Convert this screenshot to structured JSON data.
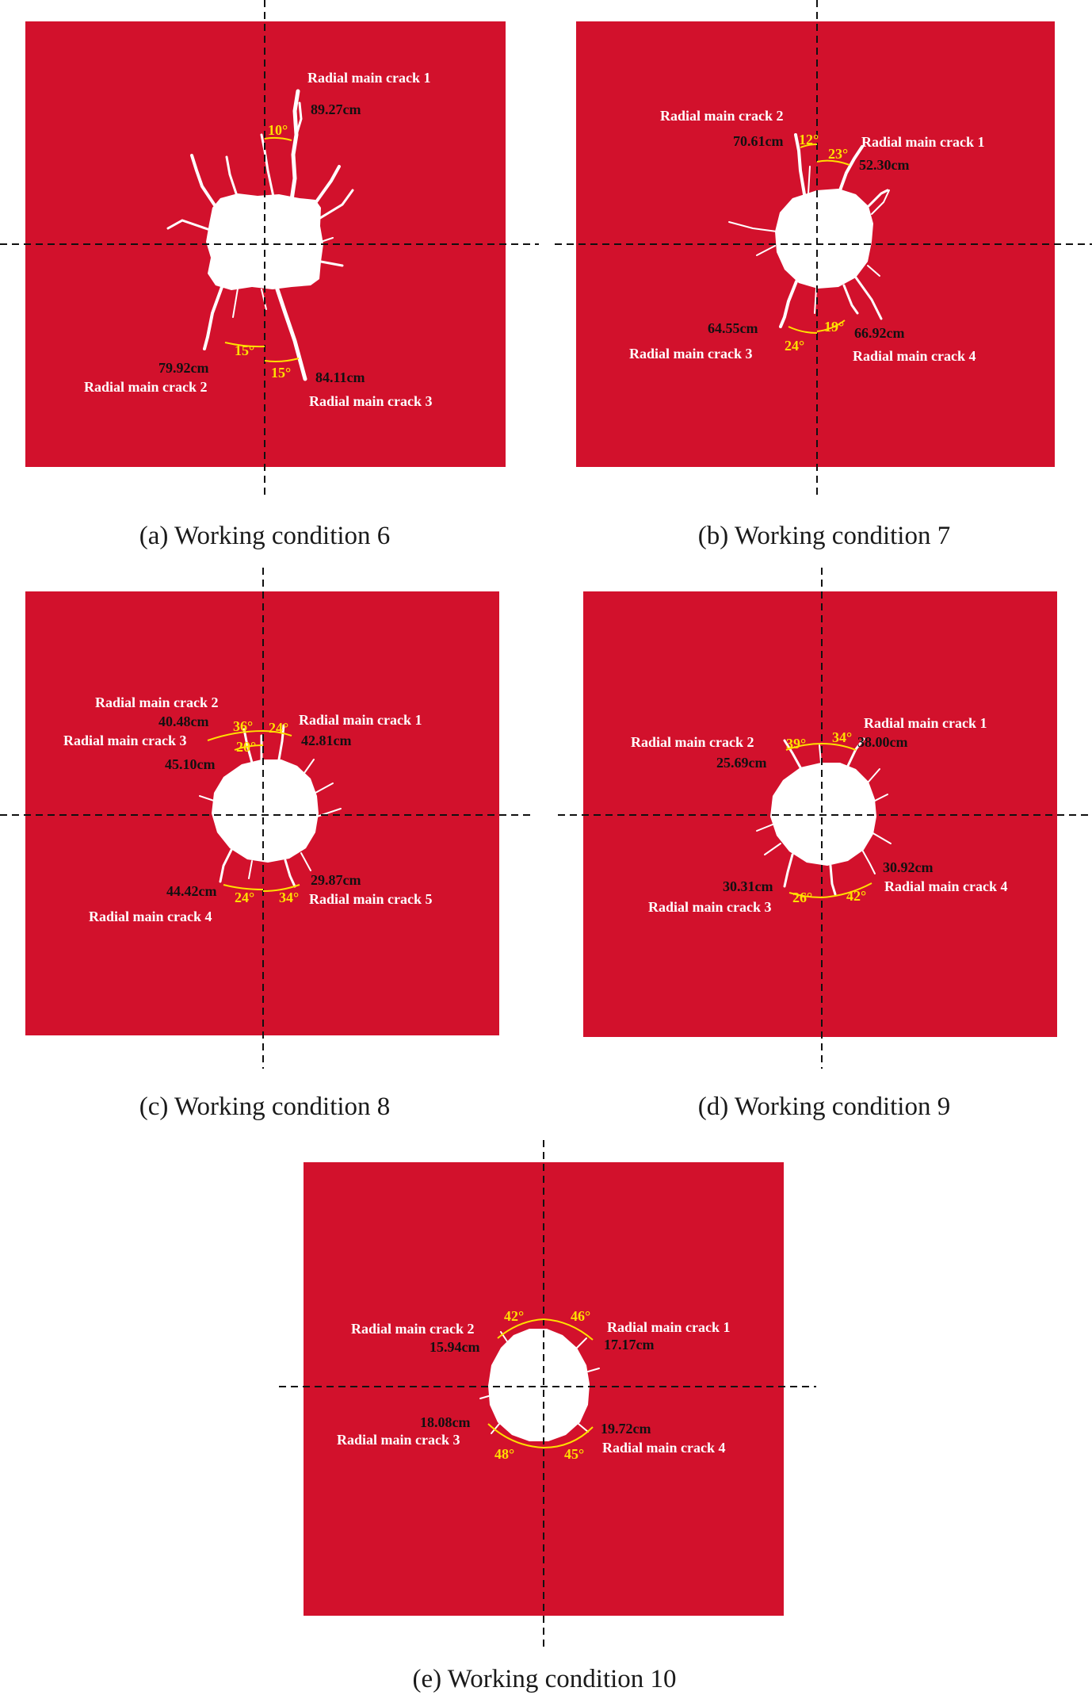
{
  "colors": {
    "plate": "#d2112c",
    "crack": "#ffffff",
    "angle_arc": "#ffe000",
    "axis": "#111111"
  },
  "panels": [
    {
      "id": "a",
      "caption": "(a) Working condition 6",
      "cracks": [
        {
          "name": "Radial main crack 1",
          "length": "89.27cm"
        },
        {
          "name": "Radial main crack 2",
          "length": "79.92cm"
        },
        {
          "name": "Radial main crack 3",
          "length": "84.11cm"
        }
      ],
      "angles": [
        "10°",
        "15°",
        "15°"
      ]
    },
    {
      "id": "b",
      "caption": "(b) Working condition 7",
      "cracks": [
        {
          "name": "Radial main crack 1",
          "length": "52.30cm"
        },
        {
          "name": "Radial main crack 2",
          "length": "70.61cm"
        },
        {
          "name": "Radial main crack 3",
          "length": "64.55cm"
        },
        {
          "name": "Radial main crack 4",
          "length": "66.92cm"
        }
      ],
      "angles": [
        "23°",
        "12°",
        "24°",
        "19°"
      ]
    },
    {
      "id": "c",
      "caption": "(c) Working condition 8",
      "cracks": [
        {
          "name": "Radial main crack 1",
          "length": "42.81cm"
        },
        {
          "name": "Radial main crack 2",
          "length": "40.48cm"
        },
        {
          "name": "Radial main crack 3",
          "length": "45.10cm"
        },
        {
          "name": "Radial main crack 4",
          "length": "44.42cm"
        },
        {
          "name": "Radial main crack 5",
          "length": "29.87cm"
        }
      ],
      "angles": [
        "24°",
        "36°",
        "20°",
        "24°",
        "34°"
      ]
    },
    {
      "id": "d",
      "caption": "(d) Working condition 9",
      "cracks": [
        {
          "name": "Radial main crack 1",
          "length": "38.00cm"
        },
        {
          "name": "Radial main crack 2",
          "length": "25.69cm"
        },
        {
          "name": "Radial main crack 3",
          "length": "30.31cm"
        },
        {
          "name": "Radial main crack 4",
          "length": "30.92cm"
        }
      ],
      "angles": [
        "34°",
        "39°",
        "26°",
        "42°"
      ]
    },
    {
      "id": "e",
      "caption": "(e) Working condition 10",
      "cracks": [
        {
          "name": "Radial main crack 1",
          "length": "17.17cm"
        },
        {
          "name": "Radial main crack 2",
          "length": "15.94cm"
        },
        {
          "name": "Radial main crack 3",
          "length": "18.08cm"
        },
        {
          "name": "Radial main crack 4",
          "length": "19.72cm"
        }
      ],
      "angles": [
        "46°",
        "42°",
        "48°",
        "45°"
      ]
    }
  ]
}
